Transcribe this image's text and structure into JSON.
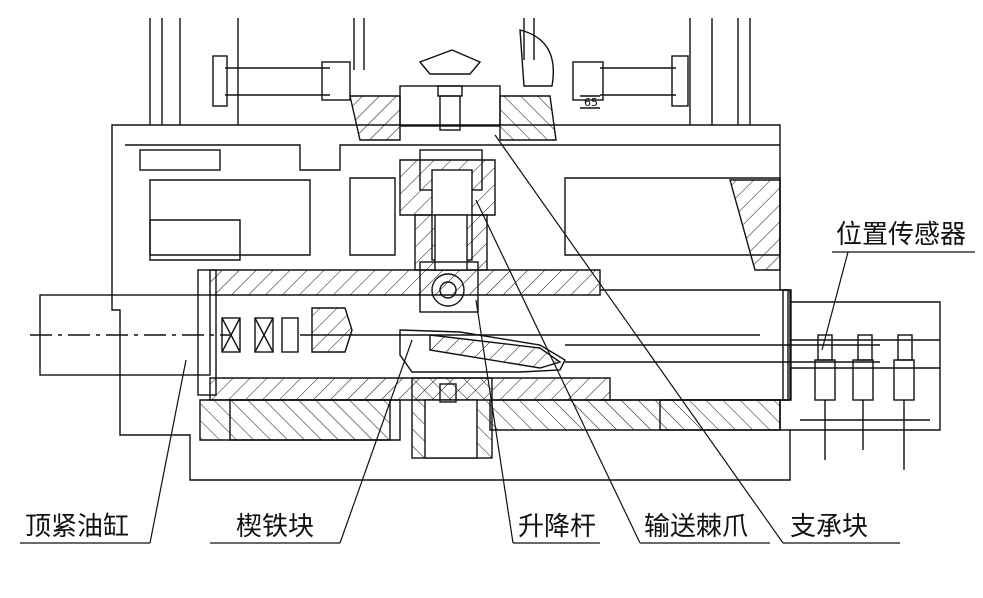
{
  "labels": {
    "position_sensor": "位置传感器",
    "clamping_cylinder": "顶紧油缸",
    "wedge_block": "楔铁块",
    "lifting_rod": "升降杆",
    "conveyor_pawl": "输送棘爪",
    "support_block": "支承块"
  },
  "dimension": "65",
  "colors": {
    "line": "#111111",
    "background": "#ffffff"
  }
}
